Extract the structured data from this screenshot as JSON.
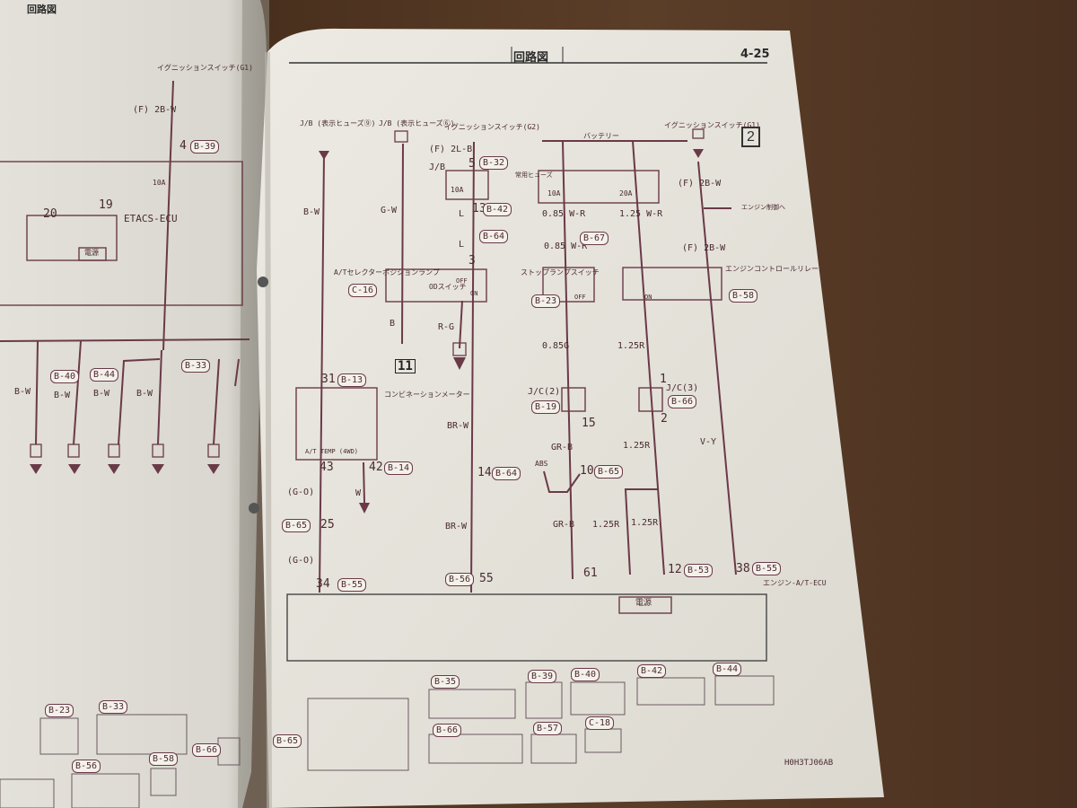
{
  "page": {
    "chapter": "回路図",
    "page_number": "4-25",
    "diagram_number": "2",
    "figure_code": "H0H3TJ06AB",
    "left_page_header": "回路図"
  },
  "labels": {
    "ign_g1": "イグニッションスイッチ(G1)",
    "ign_g2": "イグニッションスイッチ(G2)",
    "battery": "バッテリー",
    "jb_fuse9": "J/B (表示ヒューズ⑨)",
    "jb_fuse6": "J/B (表示ヒューズ⑥)",
    "jb": "J/B",
    "jb_fuse": "常用ヒューズ",
    "at_selector": "A/Tセレクターポジションランプ",
    "od_switch": "ODスイッチ",
    "stop_lamp": "ストップランプスイッチ",
    "engine_relay": "エンジンコントロールリレー",
    "combination_meter": "コンビネーションメーター",
    "engine_at_ecu": "エンジン-A/T-ECU",
    "etacs_ecu": "ETACS-ECU",
    "power": "電源",
    "off": "OFF",
    "on": "ON",
    "engine_note": "エンジン制御へ",
    "at_temp": "A/T TEMP (4WD)",
    "abs": "ABS",
    "jc2": "J/C(2)",
    "jc3": "J/C(3)"
  },
  "wires": {
    "f_2b_w": "(F) 2B-W",
    "f_2l_b": "(F) 2L-B",
    "b_w": "B-W",
    "g_w": "G-W",
    "l": "L",
    "b": "B",
    "r_g": "R-G",
    "br_w": "BR-W",
    "w": "W",
    "g_o": "(G-O)",
    "w085r": "0.85 W-R",
    "w125wr": "1.25 W-R",
    "w085g": "0.85G",
    "w125r": "1.25R",
    "gr_b": "GR-B",
    "v_y": "V-Y",
    "f2bw": "(F) 2B-W",
    "fuse10a": "10A",
    "fuse20a": "20A"
  },
  "pins": [
    "4",
    "5",
    "3",
    "13",
    "19",
    "20",
    "31",
    "43",
    "42",
    "25",
    "34",
    "55",
    "61",
    "12",
    "38",
    "1",
    "2",
    "10",
    "14",
    "15",
    "11"
  ],
  "connectors": {
    "b39": "B-39",
    "b32": "B-32",
    "b42": "B-42",
    "b64": "B-64",
    "b67": "B-67",
    "c16": "C-16",
    "b23": "B-23",
    "b58": "B-58",
    "b13": "B-13",
    "b19": "B-19",
    "b66": "B-66",
    "b14": "B-14",
    "b65": "B-65",
    "b55": "B-55",
    "b56": "B-56",
    "b53": "B-53",
    "b33": "B-33",
    "b40": "B-40",
    "b44": "B-44",
    "b35": "B-35",
    "c18": "C-18",
    "b57": "B-57"
  },
  "ground_ref": "11"
}
